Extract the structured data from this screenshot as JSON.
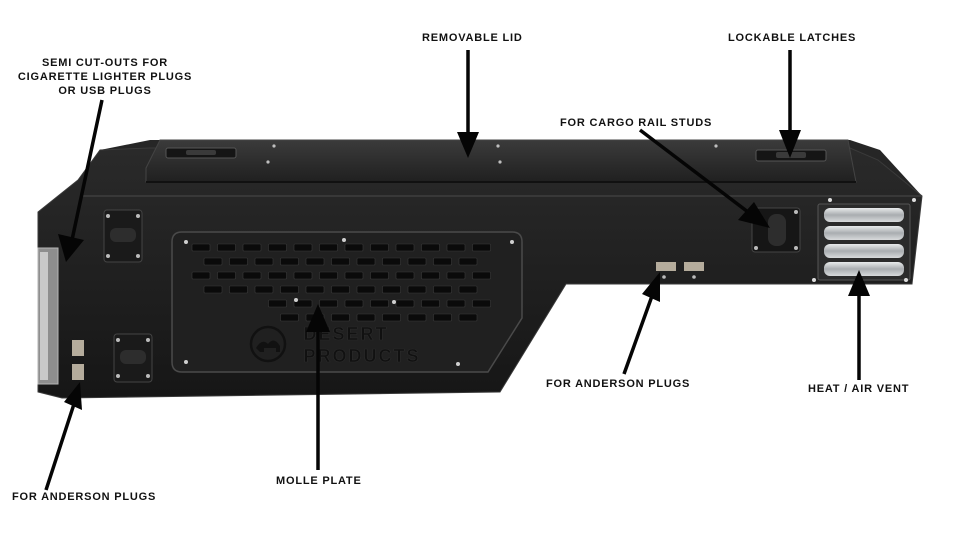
{
  "colors": {
    "background": "#ffffff",
    "box_body": "#1c1c1c",
    "box_edge": "#3a3a3a",
    "label_text": "#111111",
    "arrow": "#050505",
    "vent_metal": "#c9ccce",
    "plug_tan": "#b5ac9c"
  },
  "product": {
    "logo_line1": "DESERT",
    "logo_line2": "PRODUCTS"
  },
  "labels": {
    "semi_cutouts": [
      "SEMI CUT-OUTS FOR",
      "CIGARETTE LIGHTER PLUGS",
      "OR USB PLUGS"
    ],
    "removable_lid": "REMOVABLE LID",
    "lockable_latches": "LOCKABLE LATCHES",
    "cargo_rail_studs": "FOR CARGO RAIL STUDS",
    "anderson_plugs_right": "FOR ANDERSON PLUGS",
    "heat_air_vent": "HEAT / AIR VENT",
    "molle_plate": "MOLLE PLATE",
    "anderson_plugs_left": "FOR ANDERSON PLUGS"
  }
}
